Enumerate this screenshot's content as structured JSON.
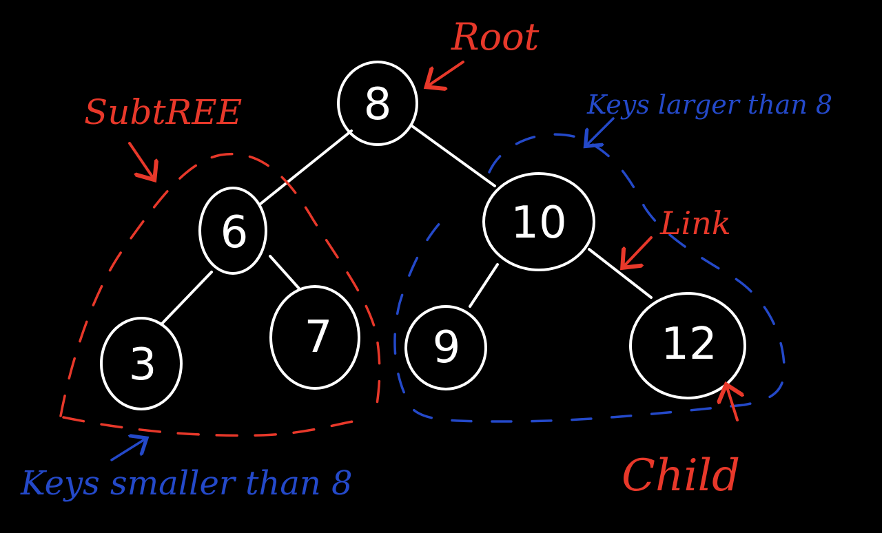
{
  "colors": {
    "background": "#000000",
    "node_stroke": "#ffffff",
    "annotation_red": "#e8382a",
    "annotation_blue": "#2449c9"
  },
  "tree": {
    "root": "8",
    "left": "6",
    "right": "10",
    "left_left": "3",
    "left_right": "7",
    "right_left": "9",
    "right_right": "12"
  },
  "annotations": {
    "root": "Root",
    "subtree": "SubtREE",
    "keys_larger": "Keys larger than 8",
    "link": "Link",
    "keys_smaller": "Keys smaller than 8",
    "child": "Child"
  }
}
